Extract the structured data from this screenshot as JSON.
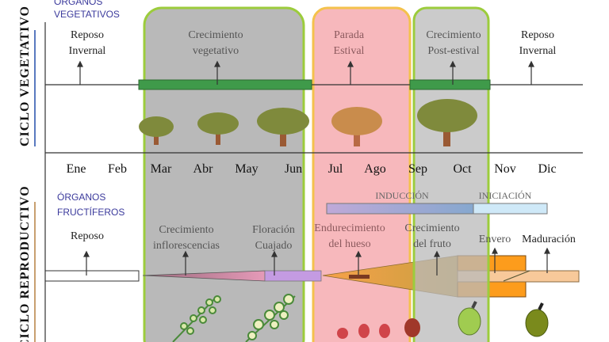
{
  "vegetative": {
    "cycle_title": "CICLO VEGETATIVO",
    "organs_line1": "ÓRGANOS",
    "organs_line2": "VEGETATIVOS",
    "phases": [
      {
        "l1": "Reposo",
        "l2": "Invernal"
      },
      {
        "l1": "Crecimiento",
        "l2": "vegetativo"
      },
      {
        "l1": "Parada",
        "l2": "Estival"
      },
      {
        "l1": "Crecimiento",
        "l2": "Post-estival"
      },
      {
        "l1": "Reposo",
        "l2": "Invernal"
      }
    ]
  },
  "months": [
    "Ene",
    "Feb",
    "Mar",
    "Abr",
    "May",
    "Jun",
    "Jul",
    "Ago",
    "Sep",
    "Oct",
    "Nov",
    "Dic"
  ],
  "reproductive": {
    "cycle_title": "CICLO REPRODUCTIVO",
    "organs_line1": "ÓRGANOS",
    "organs_line2": "FRUCTÍFEROS",
    "induction": "INDUCCIÓN",
    "initiation": "INICIACIÓN",
    "phases": [
      {
        "l1": "Reposo",
        "l2": ""
      },
      {
        "l1": "Crecimiento",
        "l2": "inflorescencias"
      },
      {
        "l1": "Floración",
        "l2": "Cuajado"
      },
      {
        "l1": "Endurecimiento",
        "l2": "del hueso"
      },
      {
        "l1": "Crecimiento",
        "l2": "del fruto"
      },
      {
        "l1": "Envero",
        "l2": ""
      },
      {
        "l1": "Maduración",
        "l2": ""
      }
    ]
  },
  "colors": {
    "growth_box": "#b9b9b9",
    "growth_border": "#9ccc3c",
    "summer_box": "#f7b8bc",
    "summer_border": "#f4c24c",
    "green_bar": "#3f9a4a",
    "tree": "#7f8a3c",
    "tree_summer": "#c98c4c",
    "trunk": "#9a5a34"
  }
}
